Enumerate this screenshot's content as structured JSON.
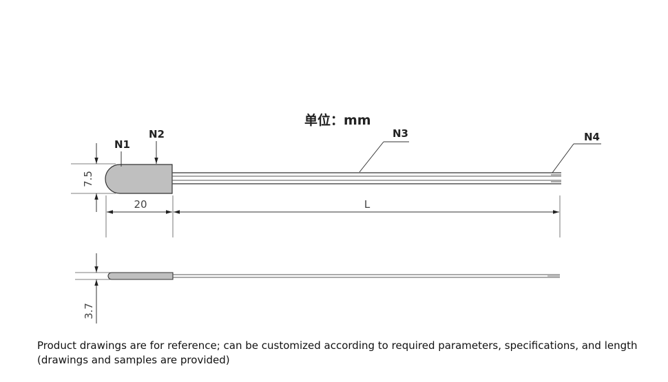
{
  "diagram": {
    "unit_label": "单位：mm",
    "callouts": {
      "n1": "N1",
      "n2": "N2",
      "n3": "N3",
      "n4": "N4"
    },
    "dimensions": {
      "head_height": "7.5",
      "head_length": "20",
      "lead_length": "L",
      "side_thickness": "3.7"
    }
  },
  "caption": {
    "line1": "Product drawings are for reference; can be customized according to required parameters, specifications, and length",
    "line2": "(drawings and samples are provided)"
  }
}
